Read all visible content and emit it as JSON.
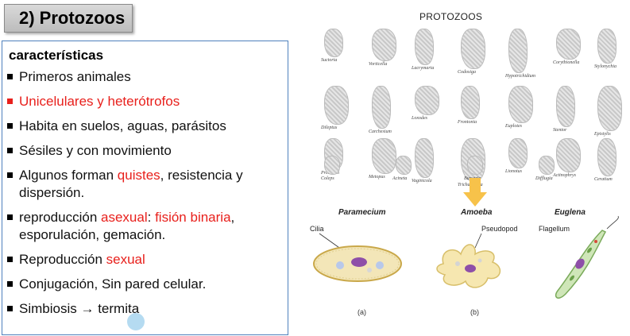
{
  "slide": {
    "title": "2) Protozoos",
    "heading": "características",
    "items": [
      {
        "parts": [
          {
            "text": "Primeros animales",
            "red": false
          }
        ],
        "red_bullet": false
      },
      {
        "parts": [
          {
            "text": "Unicelulares y heterótrofos",
            "red": true
          }
        ],
        "red_bullet": true
      },
      {
        "parts": [
          {
            "text": "Habita en suelos, aguas, parásitos",
            "red": false
          }
        ],
        "red_bullet": false
      },
      {
        "parts": [
          {
            "text": "Sésiles y con movimiento",
            "red": false
          }
        ],
        "red_bullet": false
      },
      {
        "parts": [
          {
            "text": "Algunos forman ",
            "red": false
          },
          {
            "text": "quistes",
            "red": true
          },
          {
            "text": ", resistencia y dispersión.",
            "red": false
          }
        ],
        "red_bullet": false
      },
      {
        "parts": [
          {
            "text": " reproducción ",
            "red": false
          },
          {
            "text": "asexual",
            "red": true
          },
          {
            "text": ": ",
            "red": false
          },
          {
            "text": "fisión binaria",
            "red": true
          },
          {
            "text": ", esporulación, gemación.",
            "red": false
          }
        ],
        "red_bullet": false
      },
      {
        "parts": [
          {
            "text": "Reproducción ",
            "red": false
          },
          {
            "text": "sexual",
            "red": true
          }
        ],
        "red_bullet": false
      },
      {
        "parts": [
          {
            "text": "Conjugación, Sin pared celular.",
            "red": false
          }
        ],
        "red_bullet": false
      },
      {
        "parts": [
          {
            "text": "Simbiosis ",
            "red": false
          },
          {
            "text": "→",
            "red": false
          },
          {
            "text": " termita",
            "red": false
          }
        ],
        "red_bullet": false
      }
    ]
  },
  "figure": {
    "title": "PROTOZOOS",
    "species": [
      "Suctoria",
      "Vorticella",
      "Lacrymaria",
      "Codosiga",
      "Hypotrichidium",
      "Corythionella",
      "Stylonychia",
      "Dileptus",
      "Carchesium",
      "Loxodes",
      "Frontonia",
      "Euplotes",
      "Stentor",
      "Epistylis",
      "Prorodon",
      "Metopus",
      "Vaginicola",
      "Trichamoeba",
      "Lionotus",
      "Actinophrys",
      "Ceratium",
      "Coleps",
      "Acineta",
      "Bursaria",
      "Difflugia"
    ],
    "panels": [
      {
        "name": "Paramecium",
        "callout": "Cilia",
        "caption": "(a)"
      },
      {
        "name": "Amoeba",
        "callout": "Pseudopod",
        "caption": "(b)"
      },
      {
        "name": "Euglena",
        "callout": "Flagellum",
        "caption": ""
      }
    ]
  }
}
